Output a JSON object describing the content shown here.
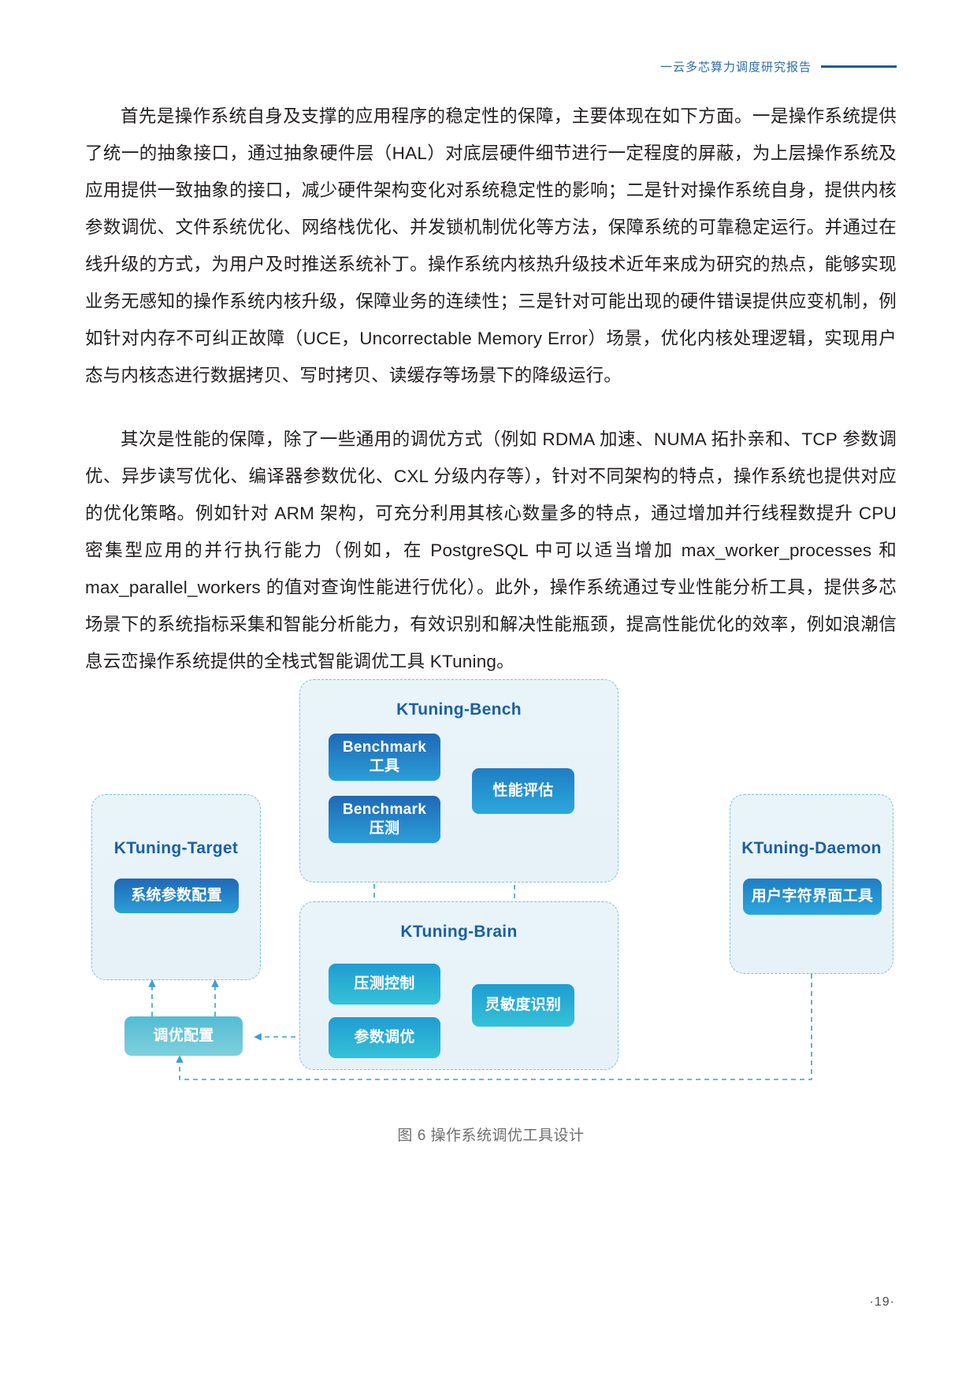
{
  "header": {
    "title": "一云多芯算力调度研究报告"
  },
  "body": {
    "paragraphs": [
      "首先是操作系统自身及支撑的应用程序的稳定性的保障，主要体现在如下方面。一是操作系统提供了统一的抽象接口，通过抽象硬件层（HAL）对底层硬件细节进行一定程度的屏蔽，为上层操作系统及应用提供一致抽象的接口，减少硬件架构变化对系统稳定性的影响；二是针对操作系统自身，提供内核参数调优、文件系统优化、网络栈优化、并发锁机制优化等方法，保障系统的可靠稳定运行。并通过在线升级的方式，为用户及时推送系统补丁。操作系统内核热升级技术近年来成为研究的热点，能够实现业务无感知的操作系统内核升级，保障业务的连续性；三是针对可能出现的硬件错误提供应变机制，例如针对内存不可纠正故障（UCE，Uncorrectable Memory Error）场景，优化内核处理逻辑，实现用户态与内核态进行数据拷贝、写时拷贝、读缓存等场景下的降级运行。",
      "其次是性能的保障，除了一些通用的调优方式（例如 RDMA 加速、NUMA 拓扑亲和、TCP 参数调优、异步读写优化、编译器参数优化、CXL 分级内存等），针对不同架构的特点，操作系统也提供对应的优化策略。例如针对 ARM 架构，可充分利用其核心数量多的特点，通过增加并行线程数提升 CPU 密集型应用的并行执行能力（例如，在 PostgreSQL 中可以适当增加 max_worker_processes 和 max_parallel_workers 的值对查询性能进行优化）。此外，操作系统通过专业性能分析工具，提供多芯场景下的系统指标采集和智能分析能力，有效识别和解决性能瓶颈，提高性能优化的效率，例如浪潮信息云峦操作系统提供的全栈式智能调优工具 KTuning。"
    ]
  },
  "figure": {
    "caption": "图 6 操作系统调优工具设计",
    "groups": [
      {
        "id": "ktuning-target",
        "title": "KTuning-Target"
      },
      {
        "id": "ktuning-bench",
        "title": "KTuning-Bench"
      },
      {
        "id": "ktuning-brain",
        "title": "KTuning-Brain"
      },
      {
        "id": "ktuning-daemon",
        "title": "KTuning-Daemon"
      }
    ],
    "nodes": [
      {
        "id": "benchmark-tool",
        "label": "Benchmark\n工具"
      },
      {
        "id": "benchmark-stress",
        "label": "Benchmark\n压测"
      },
      {
        "id": "performance-eval",
        "label": "性能评估"
      },
      {
        "id": "system-param-config",
        "label": "系统参数配置"
      },
      {
        "id": "user-cli-tool",
        "label": "用户字符界面工具"
      },
      {
        "id": "stress-control",
        "label": "压测控制"
      },
      {
        "id": "sensitivity-detect",
        "label": "灵敏度识别"
      },
      {
        "id": "param-tuning",
        "label": "参数调优"
      },
      {
        "id": "tuning-config",
        "label": "调优配置"
      }
    ],
    "colors": {
      "group_border": "#7ec0dd",
      "group_fill": "#e8f3f9",
      "group_title": "#1b5fa5",
      "node_dark": "#1f68b5",
      "node_mid": "#1f7ec4",
      "node_light": "#1f9cd2",
      "node_pale": "#52bcd4",
      "connector": "#3b9fd1"
    }
  },
  "footer": {
    "page_number": "·19·"
  }
}
